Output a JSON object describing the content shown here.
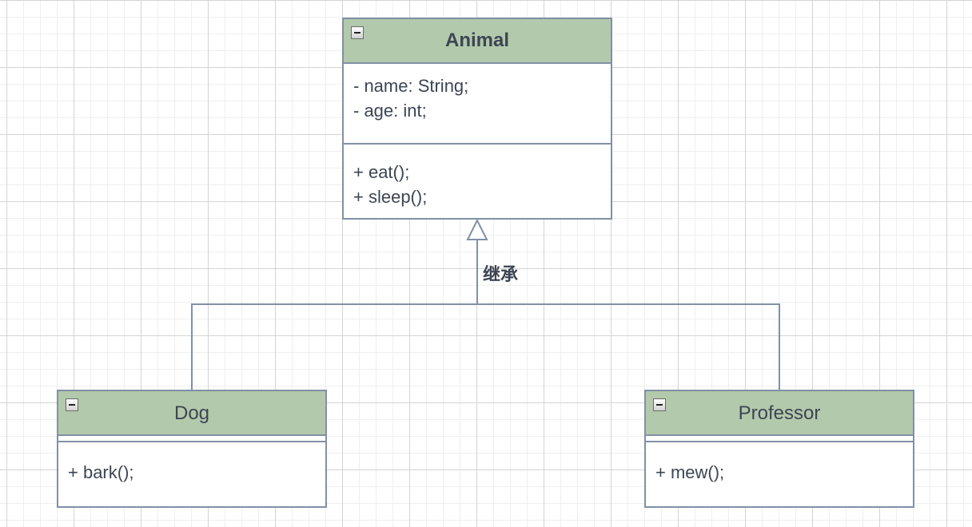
{
  "classes": {
    "animal": {
      "name": "Animal",
      "attributes": [
        "- name: String;",
        "- age: int;"
      ],
      "methods": [
        "+ eat();",
        "+ sleep();"
      ]
    },
    "dog": {
      "name": "Dog",
      "attributes": [],
      "methods": [
        "+ bark();"
      ]
    },
    "professor": {
      "name": "Professor",
      "attributes": [],
      "methods": [
        "+ mew();"
      ]
    }
  },
  "inheritance": {
    "label": "继承",
    "parent": "Animal",
    "children": [
      "Dog",
      "Professor"
    ]
  },
  "colors": {
    "header_fill": "#b2c9ab",
    "border": "#8290a6",
    "text": "#3d4554",
    "grid_major": "#d4d4d4",
    "grid_minor": "#efefef"
  },
  "icons": {
    "collapse": "minus-square-icon"
  }
}
